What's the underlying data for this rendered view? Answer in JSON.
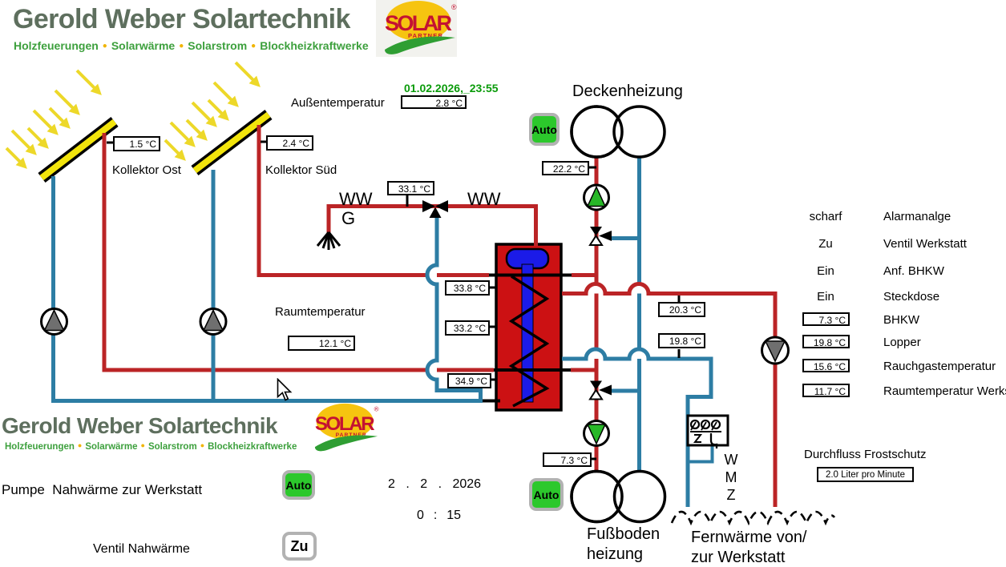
{
  "brand": {
    "title": "Gerold Weber Solartechnik",
    "items": [
      "Holzfeuerungen",
      "Solarwärme",
      "Solarstrom",
      "Blockheizkraftwerke"
    ],
    "bullet": "●",
    "solar": {
      "name": "SOLAR",
      "partner": "PARTNER",
      "registered": "®"
    }
  },
  "datetime": "01.02.2026,_23:55",
  "outdoor": {
    "label": "Außentemperatur",
    "temp": "2.8 °C"
  },
  "collector_ost": {
    "label": "Kollektor Ost",
    "temp": "1.5 °C"
  },
  "collector_sued": {
    "label": "Kollektor Süd",
    "temp": "2.4 °C"
  },
  "ww": {
    "label_left": "WW",
    "label_right": "WW",
    "ground": "G",
    "temp": "33.1 °C"
  },
  "decken": {
    "title": "Deckenheizung",
    "auto": "Auto",
    "temp": "22.2 °C"
  },
  "tank": {
    "temp_top": "33.8 °C",
    "temp_mid": "33.2 °C",
    "temp_bottom": "34.9 °C"
  },
  "room": {
    "label": "Raumtemperatur",
    "temp": "12.1 °C"
  },
  "werkstatt_line": {
    "temp_supply": "20.3 °C",
    "temp_return": "19.8 °C"
  },
  "fussboden": {
    "line1": "Fußboden",
    "line2": "heizung",
    "auto": "Auto",
    "temp": "7.3 °C"
  },
  "fernwaerme": {
    "line1": "Fernwärme von/",
    "line2": "zur Werkstatt",
    "wmz": "W\nM\nZ"
  },
  "status": [
    {
      "state": "scharf",
      "label": "Alarmanalge"
    },
    {
      "state": "Zu",
      "label": "Ventil Werkstatt"
    },
    {
      "state": "Ein",
      "label": "Anf. BHKW"
    },
    {
      "state": "Ein",
      "label": "Steckdose"
    }
  ],
  "measurements": [
    {
      "value": "7.3 °C",
      "label": "BHKW"
    },
    {
      "value": "19.8 °C",
      "label": "Lopper"
    },
    {
      "value": "15.6 °C",
      "label": "Rauchgastemperatur"
    },
    {
      "value": "11.7 °C",
      "label": "Raumtemperatur Werkstatt"
    }
  ],
  "durchfluss": {
    "label": "Durchfluss Frostschutz",
    "value": "2.0 Liter pro Minute"
  },
  "nahwaerme": {
    "pump_label": "Pumpe  Nahwärme zur Werkstatt",
    "pump_state": "Auto",
    "valve_label": "Ventil Nahwärme",
    "valve_state": "Zu",
    "date": "2 . 2 . 2026",
    "time": "0 : 15"
  }
}
